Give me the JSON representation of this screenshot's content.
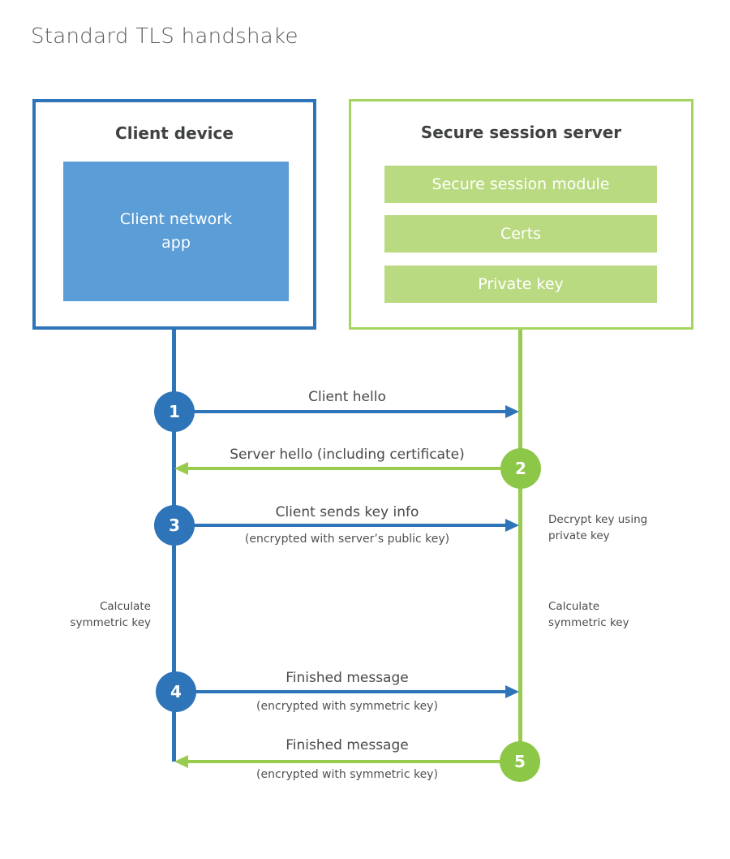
{
  "title": "Standard TLS handshake",
  "colors": {
    "blue_stroke": "#2e74b8",
    "blue_fill": "#5b9dd6",
    "green_stroke": "#99cb4e",
    "green_circle": "#8dc747",
    "green_border": "#a6d55f",
    "green_fill": "#b9da80"
  },
  "client_box": {
    "title": "Client device",
    "app_label": "Client network\napp"
  },
  "server_box": {
    "title": "Secure session server",
    "modules": [
      "Secure session module",
      "Certs",
      "Private key"
    ]
  },
  "steps": [
    {
      "num": "1",
      "label": "Client hello",
      "direction": "client-to-server"
    },
    {
      "num": "2",
      "label": "Server hello (including certificate)",
      "direction": "server-to-client"
    },
    {
      "num": "3",
      "label": "Client sends key info",
      "sub": "(encrypted with server’s public key)",
      "direction": "client-to-server"
    },
    {
      "num": "4",
      "label": "Finished message",
      "sub": "(encrypted with symmetric key)",
      "direction": "client-to-server"
    },
    {
      "num": "5",
      "label": "Finished message",
      "sub": "(encrypted with symmetric key)",
      "direction": "server-to-client"
    }
  ],
  "annotations": {
    "decrypt_note": "Decrypt key using\nprivate key",
    "calc_left": "Calculate\nsymmetric key",
    "calc_right": "Calculate\nsymmetric key"
  }
}
